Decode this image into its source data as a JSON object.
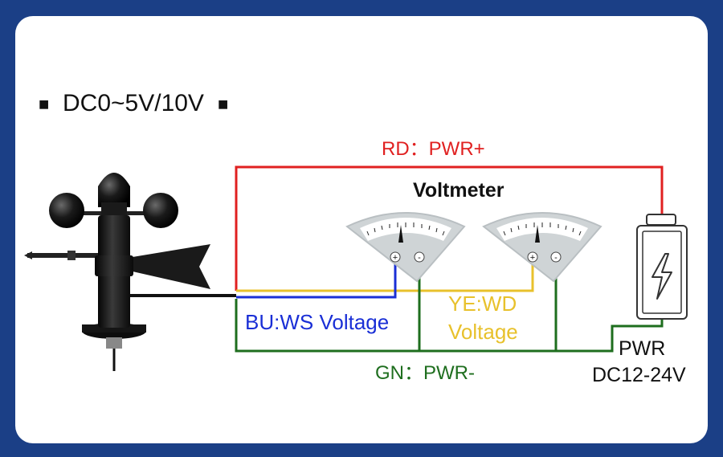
{
  "heading": {
    "text": "DC0~5V/10V",
    "bullet_left": "■",
    "bullet_right": "■"
  },
  "wires": {
    "red": {
      "label": "RD：PWR+",
      "color": "#e02020"
    },
    "blue": {
      "label": "BU:WS Voltage",
      "color": "#1a2fd6"
    },
    "yellow": {
      "label_line1": "YE:WD",
      "label_line2": "Voltage",
      "color": "#e8c12c"
    },
    "green": {
      "label": "GN：PWR-",
      "color": "#1e6e1e"
    },
    "black": {
      "color": "#111111"
    }
  },
  "voltmeter": {
    "title": "Voltmeter",
    "plus": "+",
    "minus": "-"
  },
  "power": {
    "label_line1": "PWR",
    "label_line2": "DC12-24V"
  },
  "colors": {
    "background": "#1b3f86",
    "panel": "#ffffff",
    "meter_face": "#cfd4d6"
  }
}
